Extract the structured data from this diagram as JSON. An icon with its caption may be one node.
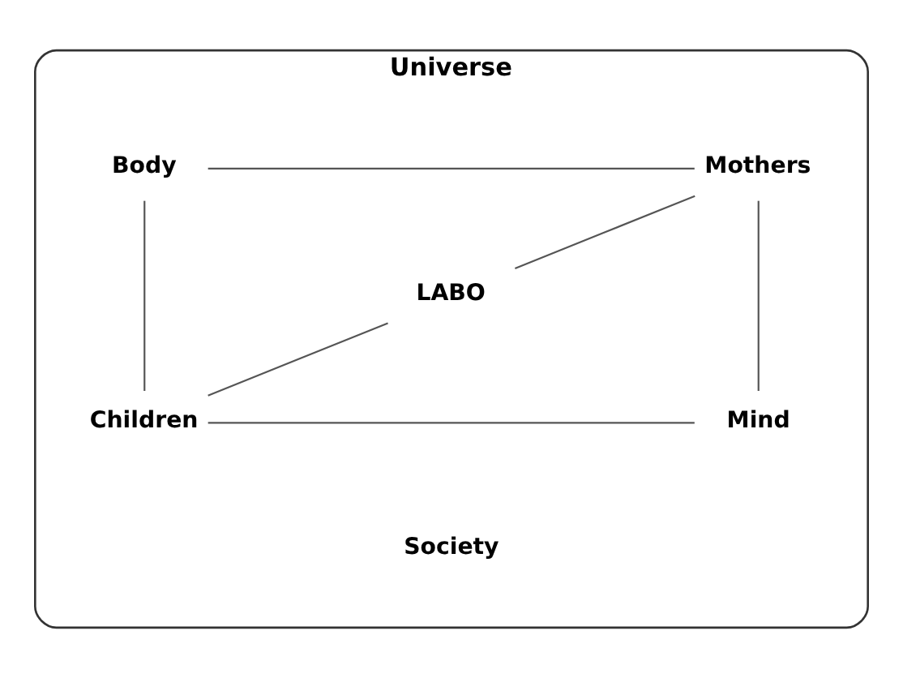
{
  "diagram": {
    "nodes": [
      {
        "text": [
          "Universe",
          "Society"
        ]
      },
      {
        "text": [
          "Body"
        ],
        "in": 0
      },
      {
        "text": [
          "Mothers"
        ],
        "in": 0
      },
      {
        "text": [
          "LABO"
        ],
        "in": 0
      },
      {
        "text": [
          "Children"
        ],
        "in": 0
      },
      {
        "text": [
          "Mind"
        ],
        "in": 0
      }
    ],
    "edges": [
      {
        "from": 1,
        "to": 2,
        "arrow": "none"
      },
      {
        "from": 1,
        "to": 4,
        "arrow": "none"
      },
      {
        "from": 2,
        "to": 5,
        "arrow": "none"
      },
      {
        "from": 2,
        "to": 3,
        "arrow": "none"
      },
      {
        "from": 3,
        "to": 4,
        "arrow": "none"
      },
      {
        "from": 4,
        "to": 5,
        "arrow": "none"
      }
    ]
  }
}
